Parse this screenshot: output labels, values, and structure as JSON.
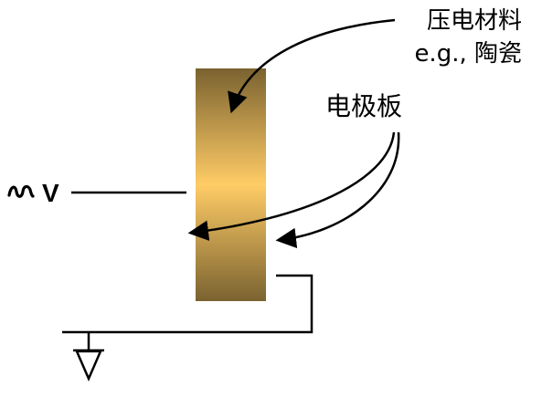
{
  "labels": {
    "material": "压电材料",
    "material_example": "e.g., 陶瓷",
    "electrode": "电极板",
    "source_voltage": "V"
  },
  "icons": {
    "ac_source": "ac-wave-icon",
    "ground": "ground-symbol"
  },
  "colors": {
    "lines": "#000000",
    "ceramic_center": "#FFCC66",
    "ceramic_edge": "#7A6230"
  }
}
